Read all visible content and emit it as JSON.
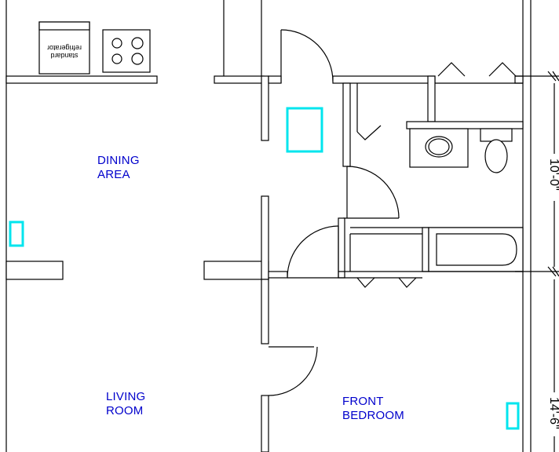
{
  "rooms": {
    "dining": {
      "line1": "DINING",
      "line2": "AREA"
    },
    "living": {
      "line1": "LIVING",
      "line2": "ROOM"
    },
    "bedroom": {
      "line1": "FRONT",
      "line2": "BEDROOM"
    }
  },
  "appliances": {
    "refrigerator": {
      "line1": "standard",
      "line2": "refrigerator"
    }
  },
  "dimensions": {
    "upper": "10'-0\"",
    "lower": "14'-6\""
  },
  "colors": {
    "label": "#0000cc",
    "marker": "#00e5ee",
    "line": "#000000"
  }
}
